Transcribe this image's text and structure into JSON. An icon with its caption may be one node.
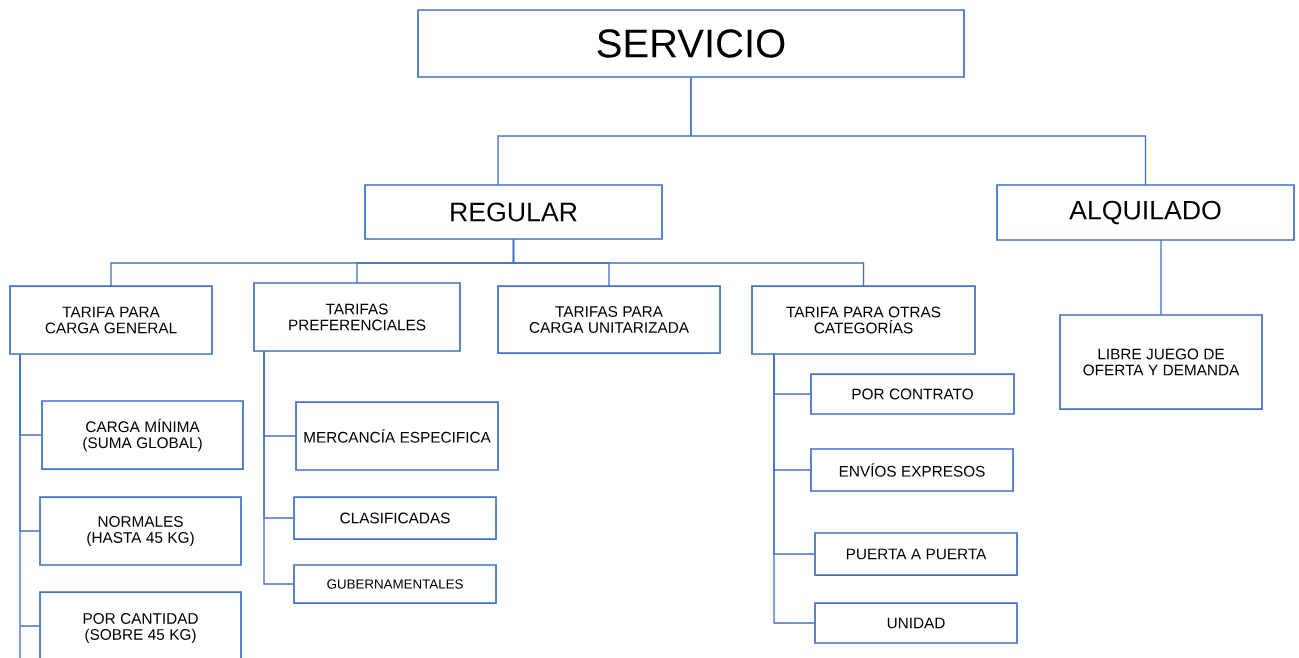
{
  "diagram": {
    "nodes": [
      {
        "text": [
          "SERVICIO"
        ]
      },
      {
        "text": [
          "REGULAR"
        ]
      },
      {
        "text": [
          "ALQUILADO"
        ]
      },
      {
        "text": [
          "TARIFA PARA CARGA GENERAL"
        ]
      },
      {
        "text": [
          "TARIFAS PREFERENCIALES"
        ]
      },
      {
        "text": [
          "TARIFAS PARA CARGA UNITARIZADA"
        ]
      },
      {
        "text": [
          "TARIFA PARA OTRAS CATEGORÍAS"
        ]
      },
      {
        "text": [
          "LIBRE JUEGO DE OFERTA Y DEMANDA"
        ]
      },
      {
        "text": [
          "CARGA MÍNIMA (SUMA GLOBAL)"
        ]
      },
      {
        "text": [
          "NORMALES (HASTA 45 KG)"
        ]
      },
      {
        "text": [
          "POR CANTIDAD (SOBRE 45 KG)"
        ]
      },
      {
        "text": [
          "MERCANCÍA ESPECIFICA"
        ]
      },
      {
        "text": [
          "CLASIFICADAS"
        ]
      },
      {
        "text": [
          "GUBERNAMENTALES"
        ]
      },
      {
        "text": [
          "POR CONTRATO"
        ]
      },
      {
        "text": [
          "ENVÍOS EXPRESOS"
        ]
      },
      {
        "text": [
          "PUERTA A PUERTA"
        ]
      },
      {
        "text": [
          "UNIDAD"
        ]
      }
    ],
    "edges": [
      {
        "from": 0,
        "to": 1,
        "arrow": "none"
      },
      {
        "from": 0,
        "to": 2,
        "arrow": "none"
      },
      {
        "from": 1,
        "to": 3,
        "arrow": "none"
      },
      {
        "from": 1,
        "to": 4,
        "arrow": "none"
      },
      {
        "from": 1,
        "to": 5,
        "arrow": "none"
      },
      {
        "from": 1,
        "to": 6,
        "arrow": "none"
      },
      {
        "from": 2,
        "to": 7,
        "arrow": "none"
      },
      {
        "from": 3,
        "to": 8,
        "arrow": "none"
      },
      {
        "from": 3,
        "to": 9,
        "arrow": "none"
      },
      {
        "from": 3,
        "to": 10,
        "arrow": "none"
      },
      {
        "from": 4,
        "to": 11,
        "arrow": "none"
      },
      {
        "from": 4,
        "to": 12,
        "arrow": "none"
      },
      {
        "from": 4,
        "to": 13,
        "arrow": "none"
      },
      {
        "from": 6,
        "to": 14,
        "arrow": "none"
      },
      {
        "from": 6,
        "to": 15,
        "arrow": "none"
      },
      {
        "from": 6,
        "to": 16,
        "arrow": "none"
      },
      {
        "from": 6,
        "to": 17,
        "arrow": "none"
      }
    ]
  }
}
